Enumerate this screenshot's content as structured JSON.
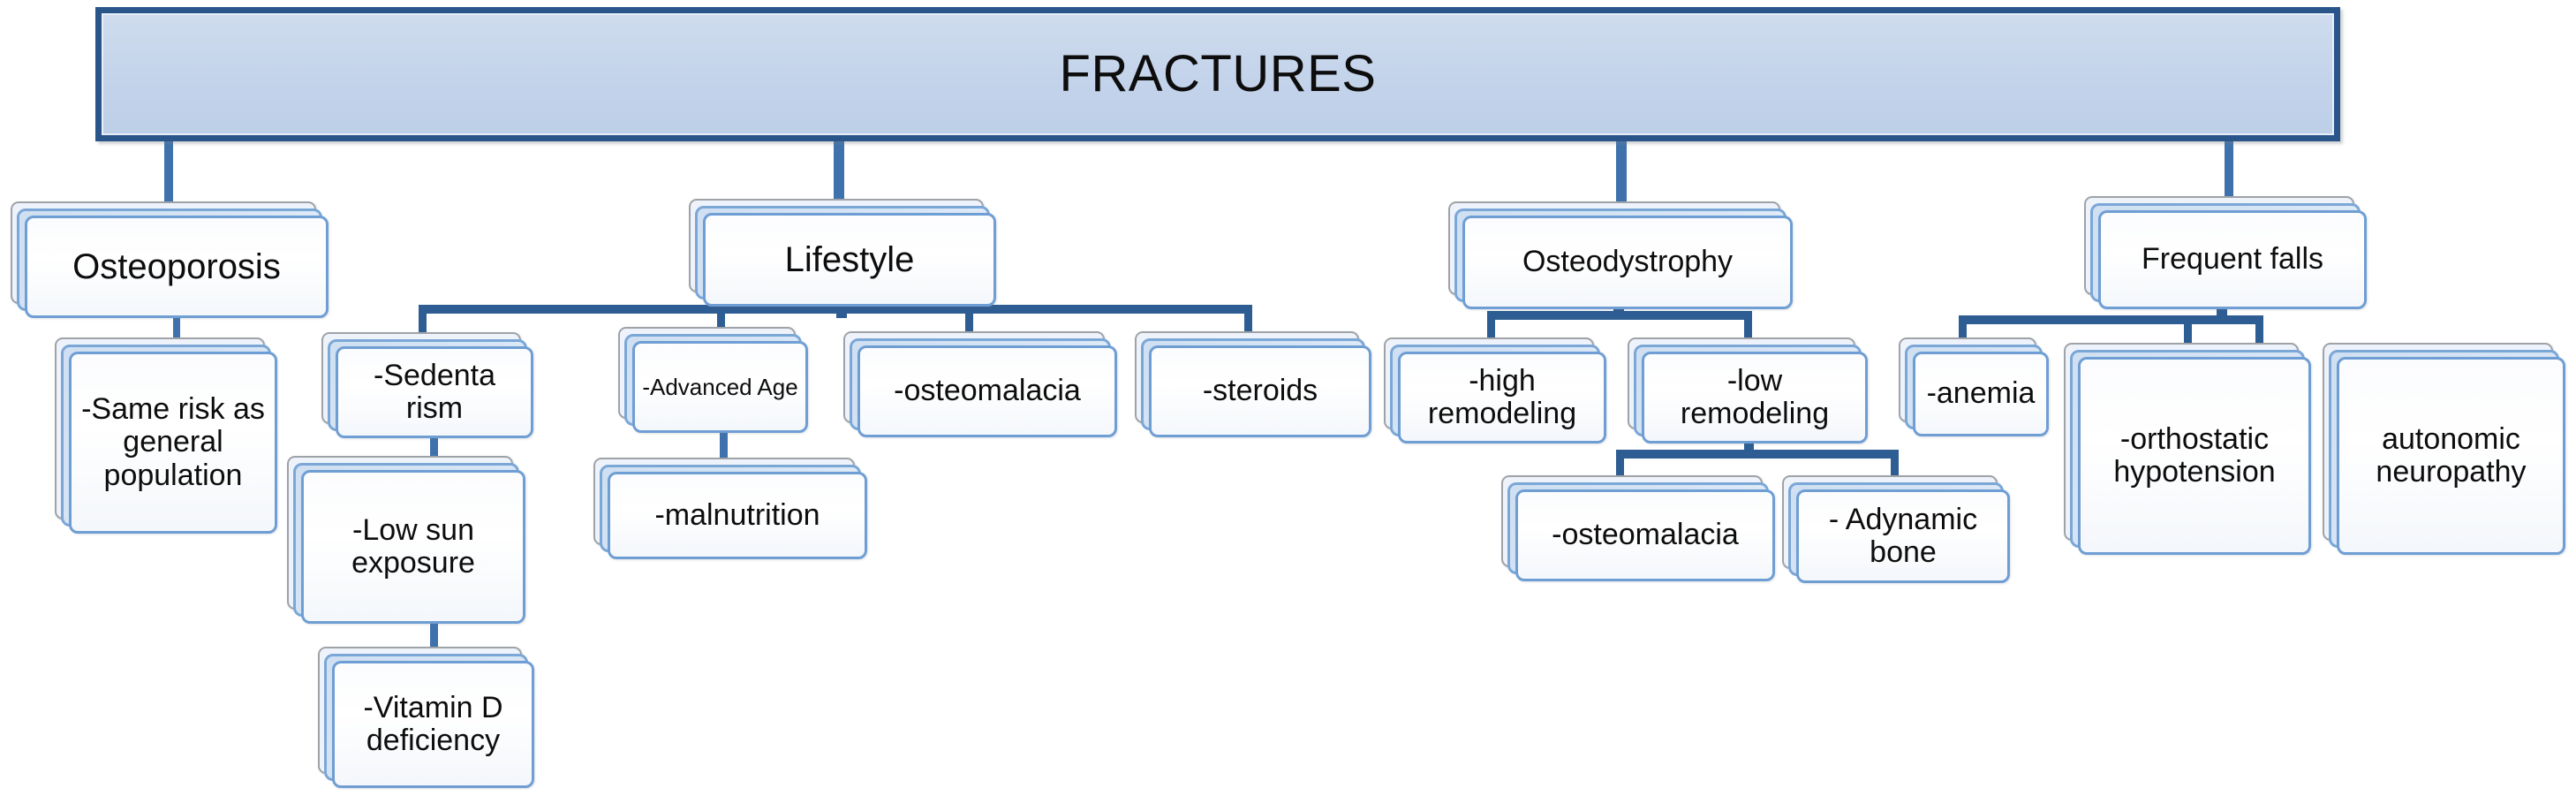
{
  "diagram": {
    "type": "hierarchy-flowchart",
    "title": "FRACTURES",
    "colors": {
      "root_fill": "#c5d5ea",
      "root_border": "#2a558a",
      "node_border": "#6f9ed4",
      "node_fill": "#ffffff",
      "connector": "#3f72ad",
      "text": "#0d0d0d",
      "background": "#ffffff"
    },
    "root": {
      "label": "FRACTURES"
    },
    "branches": [
      {
        "id": "osteoporosis",
        "label": "Osteoporosis",
        "children": [
          {
            "id": "same-risk",
            "label": "-Same risk as general population",
            "children": []
          }
        ]
      },
      {
        "id": "lifestyle",
        "label": "Lifestyle",
        "children": [
          {
            "id": "sedentarism",
            "label": "-Sedenta rism",
            "children": [
              {
                "id": "low-sun-exposure",
                "label": "-Low sun exposure",
                "children": [
                  {
                    "id": "vitamin-d-deficiency",
                    "label": "-Vitamin D deficiency",
                    "children": []
                  }
                ]
              }
            ]
          },
          {
            "id": "advanced-age",
            "label": "-Advanced Age",
            "children": [
              {
                "id": "malnutrition",
                "label": "-malnutrition",
                "children": []
              }
            ]
          },
          {
            "id": "osteomalacia-lifestyle",
            "label": "-osteomalacia",
            "children": []
          },
          {
            "id": "steroids",
            "label": "-steroids",
            "children": []
          }
        ]
      },
      {
        "id": "osteodystrophy",
        "label": "Osteodystrophy",
        "children": [
          {
            "id": "high-remodeling",
            "label": "-high remodeling",
            "children": []
          },
          {
            "id": "low-remodeling",
            "label": "-low remodeling",
            "children": [
              {
                "id": "osteomalacia-osteodystrophy",
                "label": "-osteomalacia",
                "children": []
              },
              {
                "id": "adynamic-bone",
                "label": "-  Adynamic bone",
                "children": []
              }
            ]
          }
        ]
      },
      {
        "id": "frequent-falls",
        "label": "Frequent falls",
        "children": [
          {
            "id": "anemia",
            "label": "-anemia",
            "children": []
          },
          {
            "id": "orthostatic-hypotension",
            "label": "-orthostatic hypotension",
            "children": []
          },
          {
            "id": "autonomic-neuropathy",
            "label": "autonomic neuropathy",
            "children": []
          }
        ]
      }
    ],
    "nodes": {
      "root": "FRACTURES",
      "osteoporosis": "Osteoporosis",
      "same_risk": "-Same risk as general population",
      "lifestyle": "Lifestyle",
      "sedentarism": "-Sedenta rism",
      "low_sun": "-Low sun exposure",
      "vitamin_d": "-Vitamin D deficiency",
      "advanced_age": "-Advanced Age",
      "malnutrition": "-malnutrition",
      "osteomalacia_life": "-osteomalacia",
      "steroids": "-steroids",
      "osteodystrophy": "Osteodystrophy",
      "high_remodeling": "-high remodeling",
      "low_remodeling": "-low remodeling",
      "osteomalacia_osteo": "-osteomalacia",
      "adynamic_bone": "-  Adynamic bone",
      "frequent_falls": "Frequent falls",
      "anemia": "-anemia",
      "orthostatic": "-orthostatic hypotension",
      "autonomic": "autonomic neuropathy"
    }
  }
}
